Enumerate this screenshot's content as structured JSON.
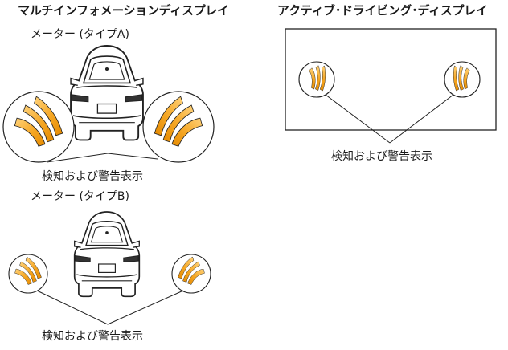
{
  "left_panel": {
    "title": "マルチインフォメーションディスプレイ",
    "meter_a": {
      "label": "メーター (タイプA)",
      "caption": "検知および警告表示"
    },
    "meter_b": {
      "label": "メーター (タイプB)",
      "caption": "検知および警告表示"
    }
  },
  "right_panel": {
    "title": "アクティブ･ドライビング･ディスプレイ",
    "caption": "検知および警告表示"
  },
  "colors": {
    "warning_orange": "#f5a623",
    "warning_orange_light": "#ffd27a",
    "line": "#222222"
  }
}
